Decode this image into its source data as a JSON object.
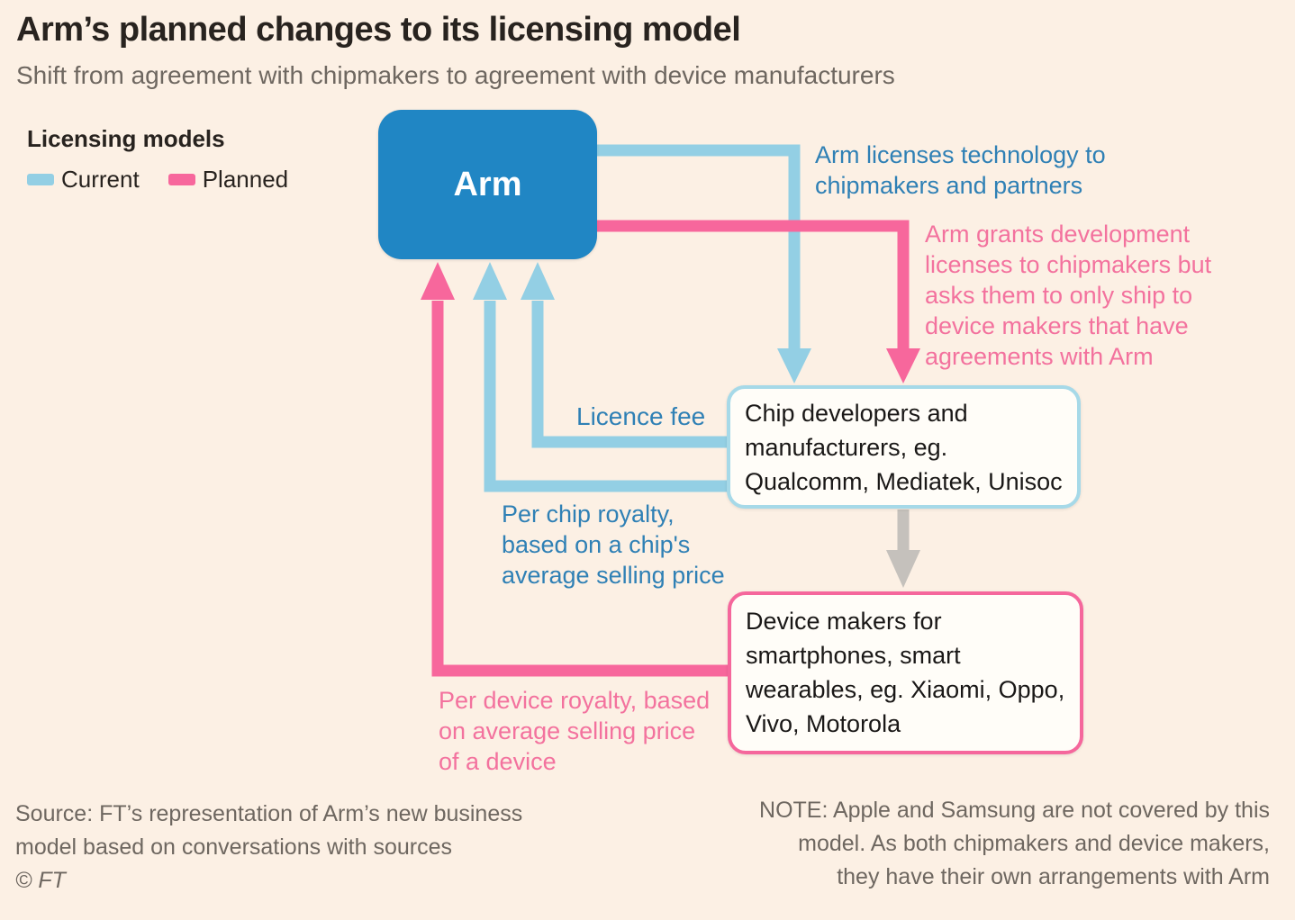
{
  "title": "Arm’s planned changes to its licensing model",
  "subtitle": "Shift from agreement with chipmakers to agreement with device manufacturers",
  "legend": {
    "heading": "Licensing models",
    "items": [
      {
        "label": "Current",
        "color": "#93cfe4"
      },
      {
        "label": "Planned",
        "color": "#f7679c"
      }
    ]
  },
  "nodes": {
    "arm": {
      "label": "Arm"
    },
    "chipmakers": {
      "text": "Chip developers and\nmanufacturers, eg.\nQualcomm, Mediatek, Unisoc"
    },
    "device_makers": {
      "text": "Device makers for\nsmartphones, smart\nwearables, eg. Xiaomi, Oppo,\nVivo, Motorola"
    }
  },
  "annotations": {
    "arm_licenses": "Arm licenses technology to\nchipmakers and partners",
    "arm_grants": "Arm grants development\nlicenses to chipmakers but\nasks them to only ship to\ndevice makers that have\nagreements with Arm",
    "licence_fee": "Licence fee",
    "per_chip_royalty": "Per chip royalty,\nbased on a chip's\naverage selling price",
    "per_device_royalty": "Per device royalty, based\non average selling price\nof a device"
  },
  "footer": {
    "source": "Source: FT’s representation of Arm’s new business\nmodel based on conversations with sources",
    "copyright": "© FT",
    "note": "NOTE: Apple and Samsung are not covered by this\nmodel. As both chipmakers and device makers,\nthey have their own arrangements with Arm"
  },
  "colors": {
    "background": "#fcf0e4",
    "arm_box": "#2086c4",
    "current": "#93cfe4",
    "planned": "#f7679c",
    "blue_text": "#2f80b5",
    "pink_text": "#f3729e",
    "gray_arrow": "#c5c1bc",
    "title_text": "#28231f",
    "muted_text": "#6e6760",
    "box_text": "#1a1817",
    "chip_box_border": "#a6d9e8",
    "device_box_border": "#f5679c",
    "box_fill": "#fffdf8"
  }
}
